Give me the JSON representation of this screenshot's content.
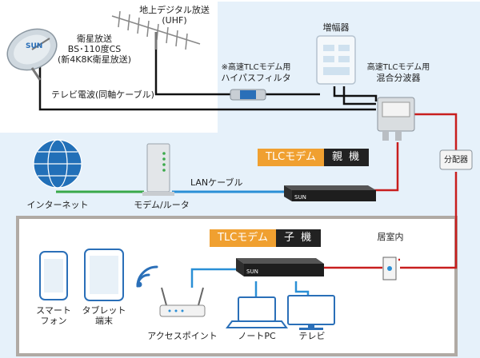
{
  "labels": {
    "terrestrial_antenna": [
      "地上デジタル放送",
      "(UHF)"
    ],
    "satellite_dish": [
      "衛星放送",
      "BS･110度CS",
      "(新4K8K衛星放送)"
    ],
    "cable_tv": "テレビ電波(同軸ケーブル)",
    "amplifier": "増幅器",
    "highpass_note": "※高速TLCモデム用",
    "highpass_filter": "ハイパスフィルタ",
    "mixer_note": "高速TLCモデム用",
    "mixer": "混合分波器",
    "splitter": "分配器",
    "internet": "インターネット",
    "modem_router": "モデム/ルータ",
    "lan_cable": "LANケーブル",
    "in_room": "居室内",
    "smartphone": [
      "スマート",
      "フォン"
    ],
    "tablet": [
      "タブレット",
      "端末"
    ],
    "access_point": "アクセスポイント",
    "notebook_pc": "ノートPC",
    "tv": "テレビ"
  },
  "tags": {
    "parent": {
      "name": "TLCモデム",
      "role": "親 機"
    },
    "child": {
      "name": "TLCモデム",
      "role": "子 機"
    }
  },
  "device_text": {
    "dish_logo": "SUN",
    "modem_logo": "SUN"
  },
  "colors": {
    "coax_red": "#c81e1e",
    "lan_green": "#3aa94a",
    "lan_blue": "#2a8fd6",
    "panel_blue": "#e6f1fa",
    "room_border": "#b0aaa4",
    "tag_orange": "#f0a030",
    "tag_dark": "#222222"
  }
}
